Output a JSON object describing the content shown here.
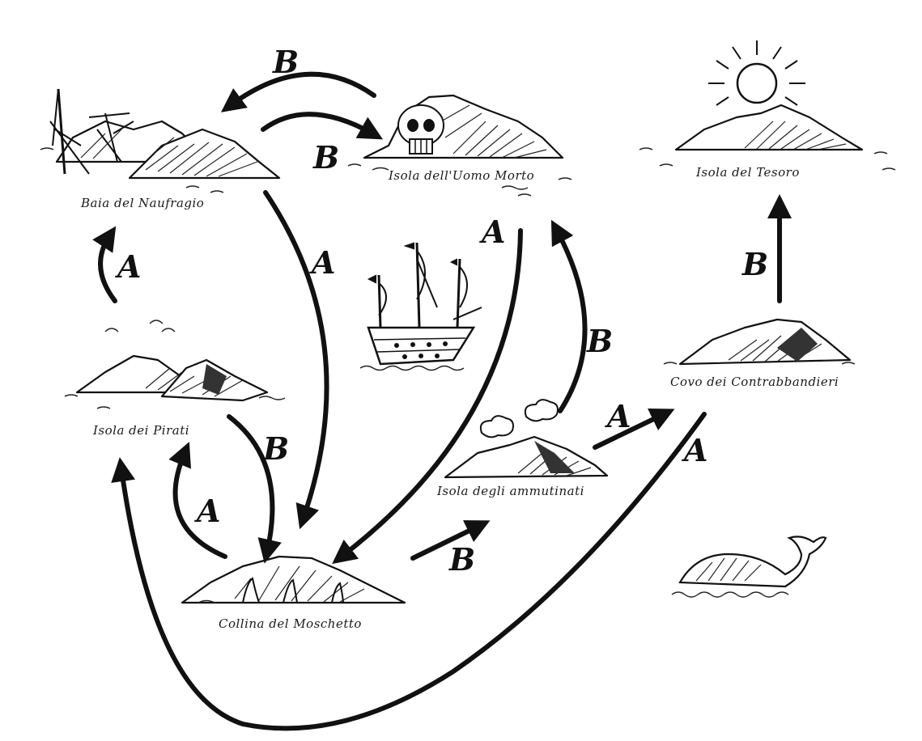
{
  "islands": {
    "baia": "Baia del Naufragio",
    "uomo_morto": "Isola dell'Uomo Morto",
    "tesoro": "Isola del Tesoro",
    "pirati": "Isola dei Pirati",
    "contrabbandieri": "Covo dei Contrabbandieri",
    "ammutinati": "Isola degli ammutinati",
    "moschetto": "Collina del Moschetto"
  },
  "edge_labels": {
    "uomo_to_baia": "B",
    "baia_to_uomo": "B",
    "baia_to_moschetto": "A",
    "uomo_to_moschetto": "A",
    "ammutinati_to_uomo": "B",
    "contrabbandieri_to_tesoro": "B",
    "pirati_to_baia": "A",
    "pirati_to_moschetto": "B",
    "moschetto_to_pirati": "A",
    "moschetto_to_ammutinati": "B",
    "ammutinati_to_contrabbandieri": "A",
    "contrabbandieri_to_pirati": "A"
  },
  "colors": {
    "ink": "#111111",
    "paper": "#ffffff"
  }
}
